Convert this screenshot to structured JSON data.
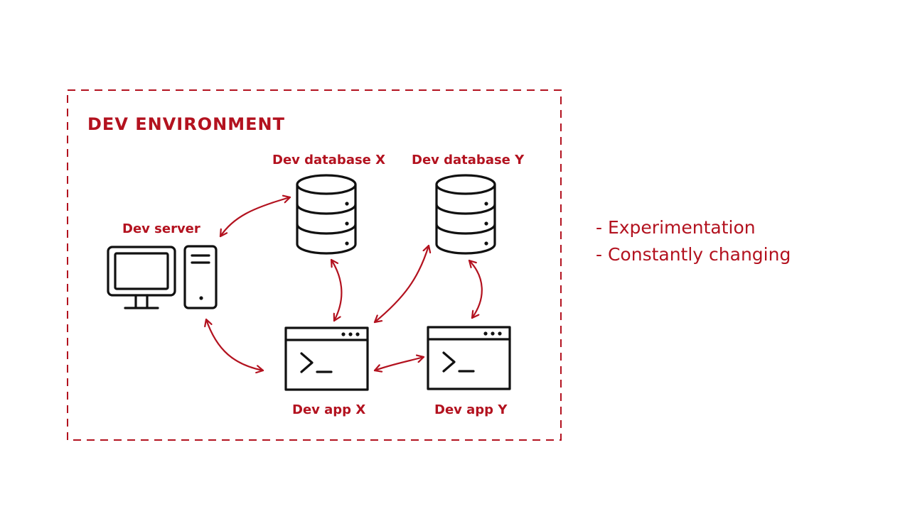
{
  "diagram": {
    "title": "DEV ENVIRONMENT",
    "nodes": {
      "dev_server": "Dev server",
      "dev_database_x": "Dev database X",
      "dev_database_y": "Dev database Y",
      "dev_app_x": "Dev app X",
      "dev_app_y": "Dev app Y"
    },
    "edges": [
      {
        "from": "dev_server",
        "to": "dev_database_x"
      },
      {
        "from": "dev_server",
        "to": "dev_app_x"
      },
      {
        "from": "dev_database_x",
        "to": "dev_app_x"
      },
      {
        "from": "dev_app_x",
        "to": "dev_database_y"
      },
      {
        "from": "dev_database_y",
        "to": "dev_app_y"
      },
      {
        "from": "dev_app_x",
        "to": "dev_app_y"
      }
    ]
  },
  "notes": [
    "-  Experimentation",
    "-  Constantly changing"
  ],
  "colors": {
    "accent": "#b3121f",
    "icon": "#111111",
    "background": "#ffffff"
  }
}
